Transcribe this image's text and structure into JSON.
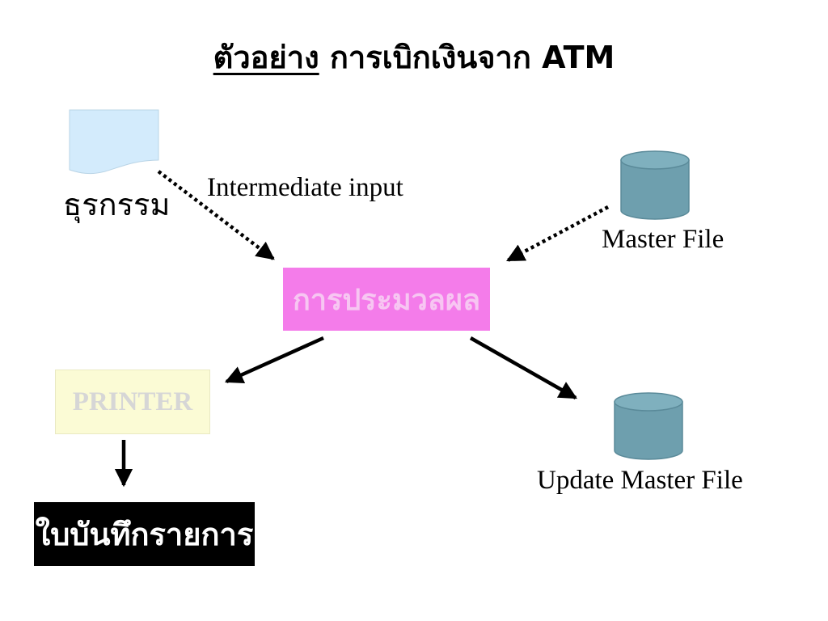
{
  "title": {
    "underlined": "ตัวอย่าง",
    "rest": "การเบิกเงินจาก ATM"
  },
  "nodes": {
    "transaction": {
      "label": "ธุรกรรม",
      "icon": "document-icon",
      "color": "#d3ebfc"
    },
    "intermediate_input": {
      "label": "Intermediate input"
    },
    "master_file": {
      "label": "Master File",
      "icon": "database-cylinder-icon",
      "color": "#6e9fae"
    },
    "processing": {
      "label": "การประมวลผล",
      "fill": "#f47cea",
      "text_color": "#f7c6f2"
    },
    "printer": {
      "label": "PRINTER",
      "fill": "#fbfbd5",
      "text_color": "#d6d6d6"
    },
    "update_master_file": {
      "label": "Update Master File",
      "icon": "database-cylinder-icon",
      "color": "#6e9fae"
    },
    "record": {
      "label": "ใบบันทึกรายการ",
      "fill": "#000000",
      "text_color": "#ffffff"
    }
  }
}
